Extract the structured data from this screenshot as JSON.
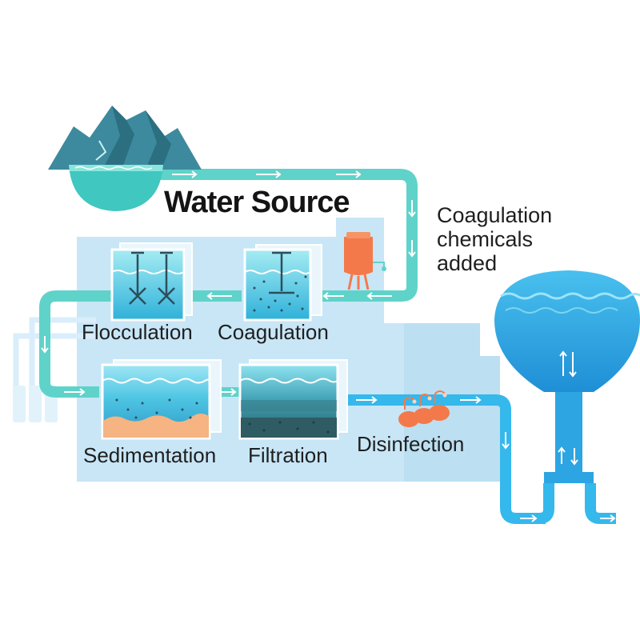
{
  "diagram": {
    "title": "Water Source",
    "chemicals_label": [
      "Coagulation",
      "chemicals",
      "added"
    ],
    "stages": {
      "flocculation": "Flocculation",
      "coagulation": "Coagulation",
      "sedimentation": "Sedimentation",
      "filtration": "Filtration",
      "disinfection": "Disinfection"
    }
  },
  "colors": {
    "pipe_teal": "#5fd3c9",
    "pipe_blue": "#35b8ec",
    "plant_bg": "#c8e6f6",
    "water": "#4dc3e8",
    "mountain": "#3d8a9e",
    "chemical_tank": "#f4794a",
    "sediment": "#f5b482",
    "filter_media": "#2f5b63"
  },
  "icons": [
    "mountain-icon",
    "mixer-icon",
    "chemical-tank-icon",
    "chlorine-tank-icon",
    "water-tower-icon"
  ]
}
